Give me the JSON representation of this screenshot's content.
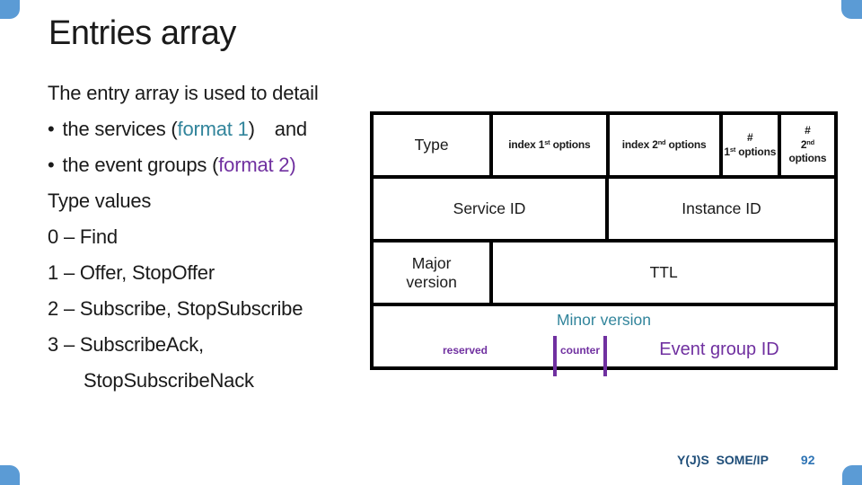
{
  "title": "Entries array",
  "body": {
    "intro": "The entry array is used to detail",
    "bullet1": {
      "bullet": "•",
      "pre": "the services (",
      "highlight": "format 1",
      "close": ")",
      "suffix": "and"
    },
    "bullet2": {
      "bullet": "•",
      "pre": "the event groups (",
      "highlight": "format 2",
      "close": ")"
    },
    "subheading": "Type values",
    "values": [
      "0 – Find",
      "1 – Offer, StopOffer",
      "2 – Subscribe, StopSubscribe",
      "3 – SubscribeAck,",
      "StopSubscribeNack"
    ]
  },
  "diagram": {
    "row1": {
      "type": "Type",
      "index1": {
        "base": "index 1",
        "sup": "st",
        "rest": " options"
      },
      "index2": {
        "base": "index 2",
        "sup": "nd",
        "rest": " options"
      },
      "count1": {
        "hash": "#",
        "num": "1",
        "sup": "st",
        "rest": " options"
      },
      "count2": {
        "hash": "#",
        "num": "2",
        "sup": "nd",
        "rest": " options"
      }
    },
    "row2": {
      "service_id": "Service ID",
      "instance_id": "Instance ID"
    },
    "row3": {
      "major_version": "Major version",
      "ttl": "TTL"
    },
    "row4": {
      "minor_version": "Minor version",
      "reserved": "reserved",
      "counter": "counter",
      "event_group_id": "Event group ID"
    }
  },
  "footer": {
    "credit": "Y(J)S  SOME/IP",
    "page_number": "92"
  },
  "colors": {
    "accent_teal": "#31849B",
    "accent_purple": "#7030A0",
    "corner_blue": "#5B9BD5",
    "footer_text": "#1F4E79",
    "page_number_blue": "#2E74B5",
    "diagram_border": "#000000"
  }
}
